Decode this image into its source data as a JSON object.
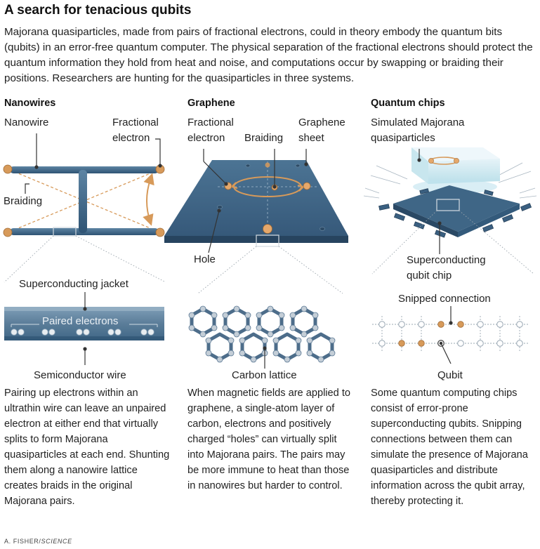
{
  "title": "A search for tenacious qubits",
  "intro": "Majorana quasiparticles, made from pairs of fractional electrons, could in theory embody the quantum bits (qubits) in an error-free quantum computer. The physical separation of the fractional electrons should protect the quantum information they hold from heat and noise, and computations occur by swapping or braiding their positions. Researchers are hunting for the quasiparticles in three systems.",
  "columns": {
    "nanowires": {
      "heading": "Nanowires",
      "label_nanowire": "Nanowire",
      "label_fractional_1": "Fractional",
      "label_fractional_2": "electron",
      "label_braiding": "Braiding",
      "label_jacket": "Superconducting jacket",
      "label_paired": "Paired electrons",
      "label_semiconductor": "Semiconductor wire",
      "description": "Pairing up electrons within an ultrathin wire can leave an unpaired electron at either end that virtually splits to form Majorana quasiparticles at each end. Shunting them along a nanowire lattice creates braids in the original Majorana pairs."
    },
    "graphene": {
      "heading": "Graphene",
      "label_fractional_1": "Fractional",
      "label_fractional_2": "electron",
      "label_braiding": "Braiding",
      "label_sheet_1": "Graphene",
      "label_sheet_2": "sheet",
      "label_hole": "Hole",
      "label_lattice": "Carbon lattice",
      "description": "When magnetic fields are applied to graphene, a single-atom layer of carbon, electrons and positively charged “holes” can virtually split into Majorana pairs. The pairs may be more immune to heat than those in nanowires but harder to control."
    },
    "chips": {
      "heading": "Quantum chips",
      "label_simulated_1": "Simulated Majorana",
      "label_simulated_2": "quasiparticles",
      "label_chip_1": "Superconducting",
      "label_chip_2": "qubit chip",
      "label_snipped": "Snipped connection",
      "label_qubit": "Qubit",
      "description": "Some quantum computing chips consist of error-prone superconducting qubits. Snipping connections between them can simulate the presence of Majorana quasiparticles and distribute information across the qubit array, thereby protecting it."
    }
  },
  "credit": "A. FISHER/",
  "credit_italic": "SCIENCE",
  "colors": {
    "steel_blue": "#3f6686",
    "steel_dark": "#2d4d6a",
    "steel_light": "#7f9fb8",
    "orange": "#d79a5a",
    "orange_dark": "#b3763a",
    "qubit_grey": "#b9c3cc",
    "lattice": "#5a7894"
  }
}
